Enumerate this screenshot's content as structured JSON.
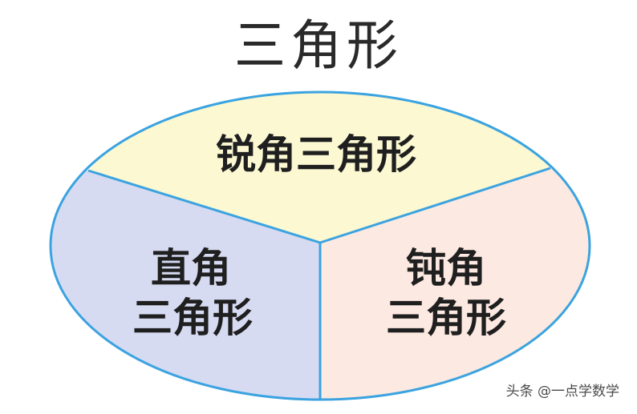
{
  "title": "三角形",
  "regions": {
    "acute": {
      "label_line1": "锐角三角形",
      "fill": "#fbf8d2"
    },
    "right": {
      "label_line1": "直角",
      "label_line2": "三角形",
      "fill": "#d6dbf2"
    },
    "obtuse": {
      "label_line1": "钝角",
      "label_line2": "三角形",
      "fill": "#fce9e1"
    }
  },
  "outline_color": "#3ba3e0",
  "watermark": {
    "text": "头条 @一点学数学"
  }
}
